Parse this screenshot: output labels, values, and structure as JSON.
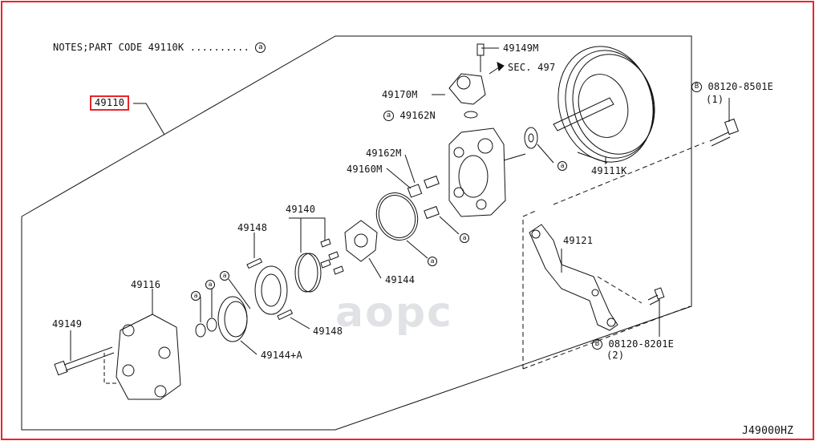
{
  "notes": {
    "text": "NOTES;PART CODE 49110K ..........",
    "marker": "a"
  },
  "assembly_label": "49110",
  "marker": "a",
  "bolt_marker": "B",
  "labels": {
    "p49149M": "49149M",
    "sec497": "SEC. 497",
    "p49170M": "49170M",
    "p49162N": "49162N",
    "p49162M": "49162M",
    "p49160M": "49160M",
    "p49111K": "49111K",
    "bolt1": "08120-8501E",
    "bolt1_qty": "(1)",
    "p49140": "49140",
    "p49148a": "49148",
    "p49116": "49116",
    "p49121": "49121",
    "p49144": "49144",
    "p49149": "49149",
    "p49148b": "49148",
    "p49144A": "49144+A",
    "bolt2": "08120-8201E",
    "bolt2_qty": "(2)"
  },
  "diagram_code": "J49000HZ",
  "watermark": "aopc",
  "colors": {
    "highlight": "#e8262a",
    "line": "#111111"
  }
}
